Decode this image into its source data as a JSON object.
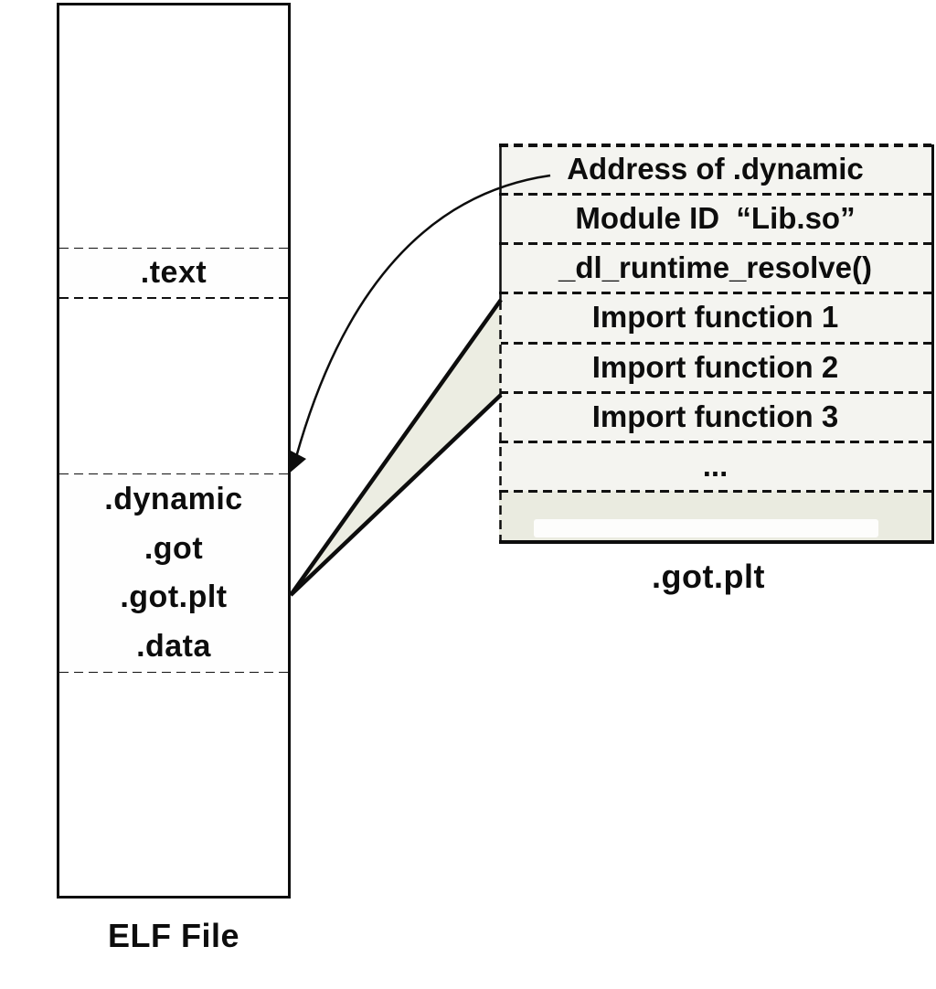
{
  "elf": {
    "label": "ELF File",
    "sections": [
      ".text",
      ".dynamic",
      ".got",
      ".got.plt",
      ".data"
    ]
  },
  "gotplt": {
    "label": ".got.plt",
    "rows": [
      "Address of .dynamic",
      "Module ID  “Lib.so”",
      "_dl_runtime_resolve()",
      "Import function 1",
      "Import function 2",
      "Import function 3",
      "...",
      ""
    ]
  },
  "colors": {
    "line": "#0d0d0d",
    "box_fill": "#f4f4f0",
    "bottom_row_fill": "#eaebe0",
    "wedge_fill": "#ecede2"
  }
}
